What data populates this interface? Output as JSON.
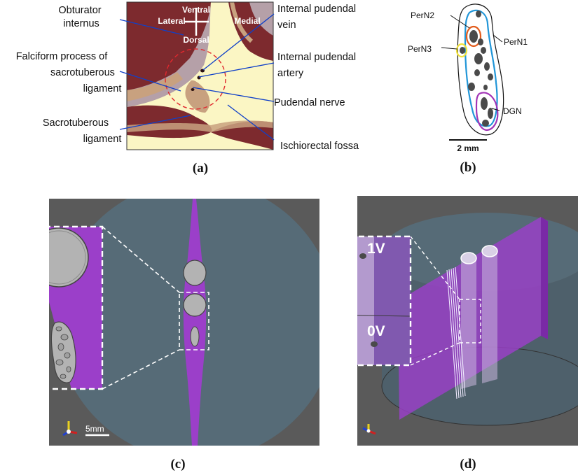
{
  "panel_a": {
    "orientation": {
      "ventral": "Ventral",
      "dorsal": "Dorsal",
      "lateral": "Lateral",
      "medial": "Medial"
    },
    "labels_left": [
      [
        "Obturator",
        "internus"
      ],
      [
        "Falciform process of",
        "sacrotuberous",
        "ligament"
      ],
      [
        "Sacrotuberous",
        "ligament"
      ]
    ],
    "labels_right": [
      [
        "Internal pudendal",
        "vein"
      ],
      [
        "Internal pudendal",
        "artery"
      ],
      [
        "Pudendal nerve"
      ],
      [
        "Ischiorectal fossa"
      ]
    ],
    "caption": "(a)"
  },
  "panel_b": {
    "labels": {
      "pern2": "PerN2",
      "pern3": "PerN3",
      "pern1": "PerN1",
      "dgn": "DGN"
    },
    "scale": "2 mm",
    "caption": "(b)"
  },
  "panel_c": {
    "scale": "5mm",
    "caption": "(c)"
  },
  "panel_d": {
    "v1": "1V",
    "v0": "0V",
    "caption": "(d)"
  },
  "colors": {
    "muscle": "#7d2a2e",
    "ligament": "#c8a17f",
    "fat": "#fbf6c4",
    "bone": "#b5a0a8",
    "nerve_outline": "#2196d8",
    "pern2": "#e25b1b",
    "pern3": "#f2e23a",
    "dgn": "#a235b6",
    "model_bg": "#5a5a5a",
    "saline": "#566b77",
    "tissue": "#9b3fc9"
  }
}
